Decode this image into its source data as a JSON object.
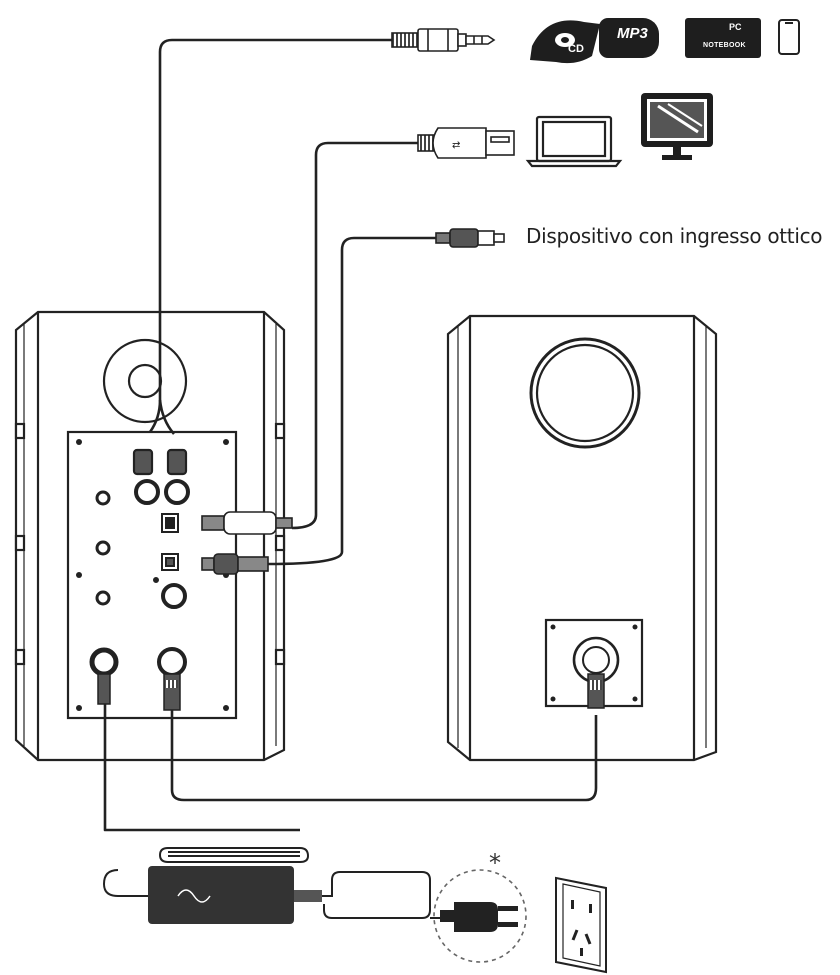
{
  "labels": {
    "optical_device": "Dispositivo con ingresso ottico",
    "cd_badge": "CD",
    "mp3_badge": "MP3",
    "pc_badge": "PC",
    "notebook_badge": "NOTEBOOK",
    "asterisk": "*"
  },
  "icons": [
    "cd-icon",
    "mp3-player-icon",
    "pc-notebook-icon",
    "smartphone-icon",
    "laptop-icon",
    "monitor-icon",
    "wall-socket-icon",
    "power-adapter-icon",
    "power-plug-icon",
    "aux-jack-icon",
    "usb-plug-icon",
    "optical-plug-icon"
  ],
  "colors": {
    "line": "#222222",
    "fill_dark": "#1e1e1e",
    "cable_gray": "#777777"
  }
}
